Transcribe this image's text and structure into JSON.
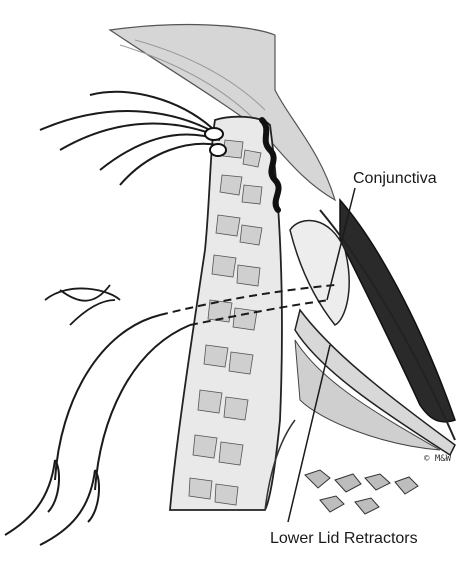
{
  "labels": {
    "conjunctiva": "Conjunctiva",
    "lower_lid_retractors": "Lower Lid Retractors"
  },
  "artist_mark": {
    "symbol": "©",
    "initials": "M&W"
  },
  "colors": {
    "ink": "#1a1a1a",
    "skin_shade": "#d6d6d6",
    "tarsus_fill": "#e9e9e9",
    "globe_shade": "#2a2a2a",
    "fat_shade": "#cfcfcf"
  }
}
